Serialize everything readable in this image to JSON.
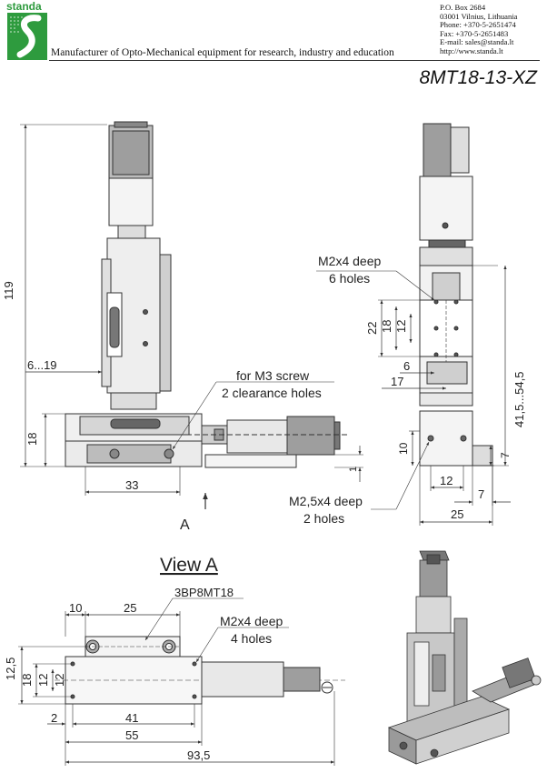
{
  "header": {
    "brand": "standa",
    "tagline": "Manufacturer of Opto-Mechanical equipment for research, industry and education",
    "contact": [
      "P.O. Box 2684",
      "03001 Vilnius, Lithuania",
      "Phone: +370-5-2651474",
      "Fax: +370-5-2651483",
      "E-mail: sales@standa.lt",
      "http://www.standa.lt"
    ],
    "model": "8MT18-13-XZ"
  },
  "front_view": {
    "dim_height": "119",
    "dim_range": "6...19",
    "dim_base": "18",
    "dim_width": "33",
    "dim_thickness": "1",
    "view_marker": "A",
    "note_line1": "for M3 screw",
    "note_line2": "2 clearance holes"
  },
  "side_view": {
    "note_m2_line1": "M2x4 deep",
    "note_m2_line2": "6 holes",
    "dim_22": "22",
    "dim_18": "18",
    "dim_12v": "12",
    "dim_6": "6",
    "dim_17": "17",
    "dim_travel": "41,5...54,5",
    "dim_10": "10",
    "dim_7a": "7",
    "dim_12h": "12",
    "dim_7b": "7",
    "dim_25": "25",
    "note_m25_line1": "M2,5x4 deep",
    "note_m25_line2": "2 holes"
  },
  "view_a": {
    "title": "View A",
    "part_label": "3BP8MT18",
    "dim_10": "10",
    "dim_25": "25",
    "note_line1": "M2x4 deep",
    "note_line2": "4 holes",
    "dim_12_5": "12,5",
    "dim_18": "18",
    "dim_12a": "12",
    "dim_12b": "12",
    "dim_2": "2",
    "dim_41": "41",
    "dim_55": "55",
    "dim_93_5": "93,5"
  },
  "colors": {
    "brand_green": "#2e9b3e",
    "line": "#333333",
    "part_dark": "#555555",
    "part_light": "#bdbdbd"
  }
}
